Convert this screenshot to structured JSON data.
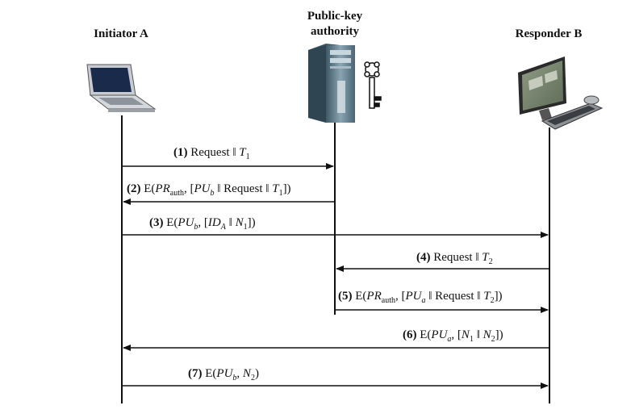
{
  "parties": {
    "initiator": "Initiator A",
    "authority_line1": "Public-key",
    "authority_line2": "authority",
    "responder": "Responder B"
  },
  "messages": [
    {
      "num": "(1)",
      "text": "Request || T1",
      "direction": "A→Authority"
    },
    {
      "num": "(2)",
      "text": "E(PRauth, [PUb || Request || T1])",
      "direction": "Authority→A"
    },
    {
      "num": "(3)",
      "text": "E(PUb, [IDA || N1])",
      "direction": "A→B"
    },
    {
      "num": "(4)",
      "text": "Request || T2",
      "direction": "B→Authority"
    },
    {
      "num": "(5)",
      "text": "E(PRauth, [PUa || Request || T2])",
      "direction": "Authority→B"
    },
    {
      "num": "(6)",
      "text": "E(PUa, [N1 || N2])",
      "direction": "B→A"
    },
    {
      "num": "(7)",
      "text": "E(PUb, N2)",
      "direction": "A→B"
    }
  ],
  "icons": {
    "initiator": "laptop-icon",
    "authority": "server-icon",
    "key": "key-icon",
    "responder": "desktop-computer-icon"
  },
  "colors": {
    "line": "#111111",
    "laptop_screen": "#1a2a4a",
    "server": "#5c7a8c",
    "monitor_frame": "#2a2a2a",
    "monitor_screen": "#7a8a72"
  }
}
